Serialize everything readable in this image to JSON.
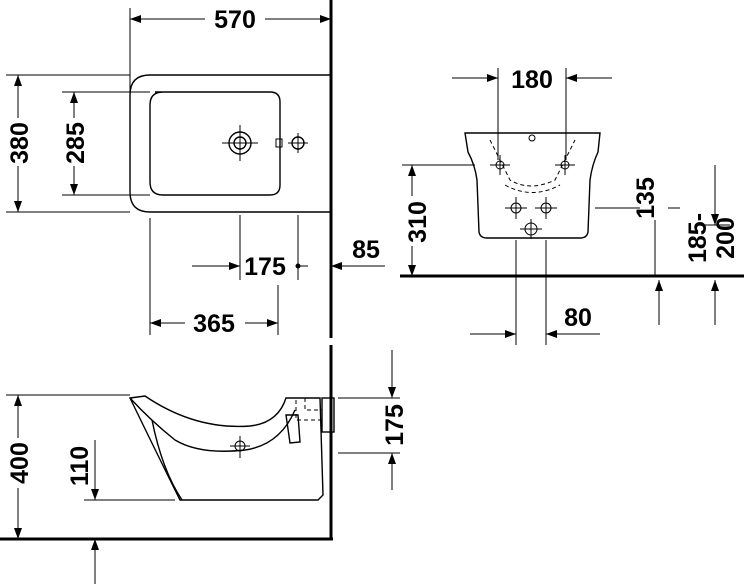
{
  "dimensions": {
    "top_width": "570",
    "top_depth": "380",
    "bowl_depth": "285",
    "tap_offset": "175",
    "wall_gap": "85",
    "bowl_length": "365",
    "front_width": "180",
    "front_height": "310",
    "drain_height": "135",
    "supply_height": "185-\n200",
    "drain_offset": "80",
    "side_height": "400",
    "outlet_height": "110",
    "rim_drop": "175"
  }
}
